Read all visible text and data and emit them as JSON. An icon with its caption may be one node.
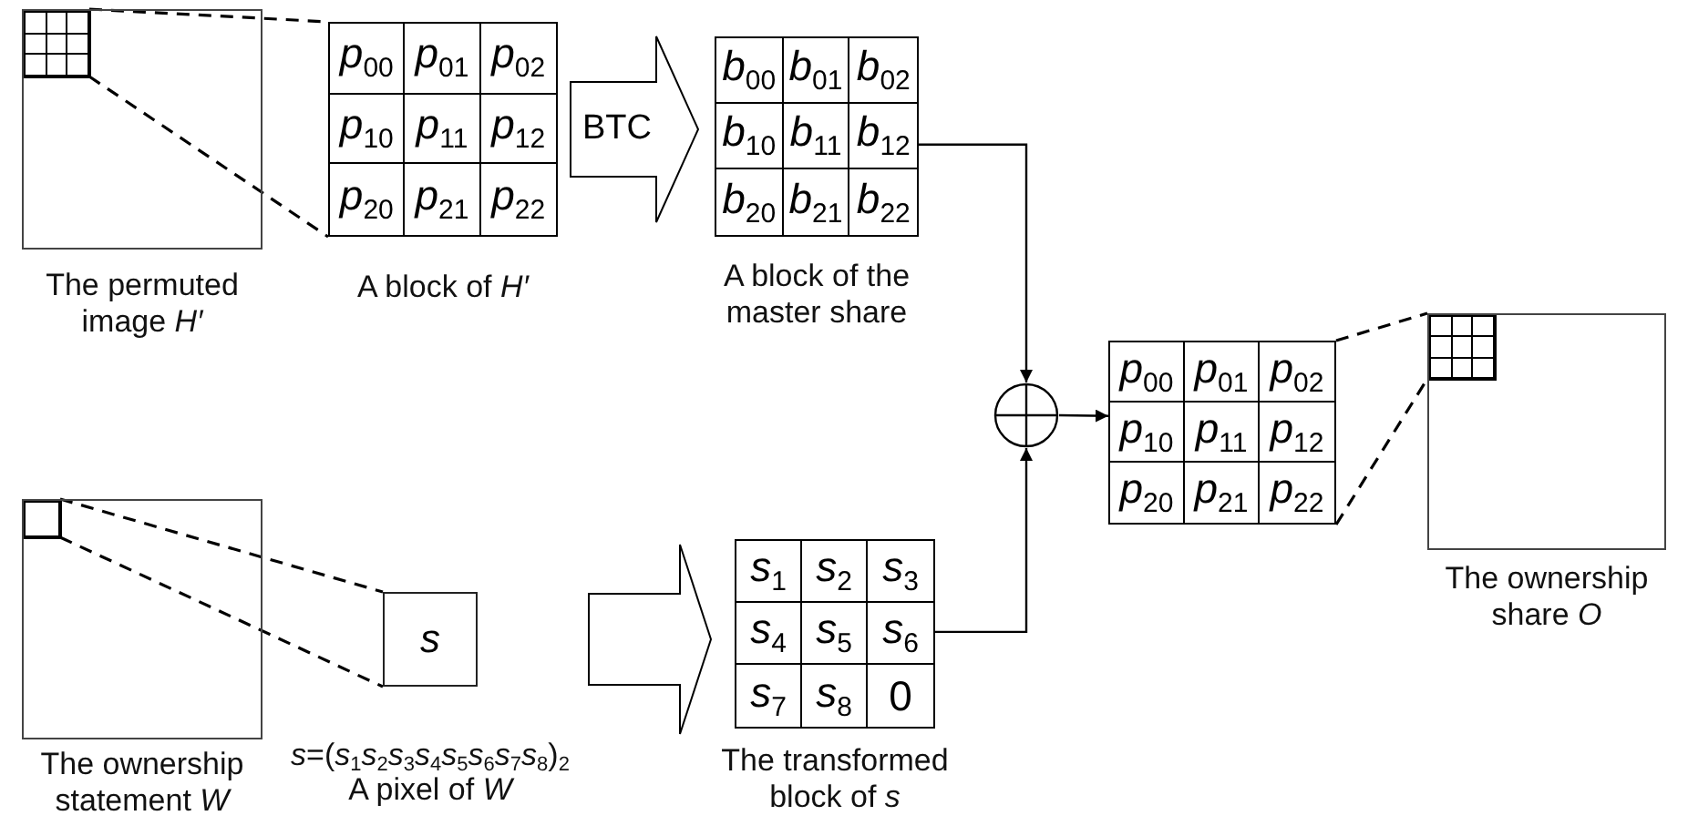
{
  "diagram": {
    "nodes": [
      {
        "text": [
          "The permuted image *H′*"
        ]
      },
      {
        "text": [],
        "shape": "box",
        "in": 0
      },
      {
        "text": [
          "*p*$_{00}$",
          "*p*$_{01}$",
          "*p*$_{02}$",
          "*p*$_{10}$",
          "*p*$_{11}$",
          "*p*$_{12}$",
          "*p*$_{20}$",
          "*p*$_{21}$",
          "*p*$_{22}$",
          "A block of *H′*"
        ]
      },
      {
        "text": [
          "*b*$_{00}$",
          "*b*$_{01}$",
          "*b*$_{02}$",
          "*b*$_{10}$",
          "*b*$_{11}$",
          "*b*$_{12}$",
          "*b*$_{20}$",
          "*b*$_{21}$",
          "*b*$_{22}$",
          "A block of the master share"
        ]
      },
      {
        "text": [],
        "shape": "circle"
      },
      {
        "text": [
          "*p*$_{00}$",
          "*p*$_{01}$",
          "*p*$_{02}$",
          "*p*$_{10}$",
          "*p*$_{11}$",
          "*p*$_{12}$",
          "*p*$_{20}$",
          "*p*$_{21}$",
          "*p*$_{22}$"
        ]
      },
      {
        "text": [
          "The ownership share *O*"
        ]
      },
      {
        "text": [],
        "shape": "box",
        "in": 6
      },
      {
        "text": [
          "The ownership statement *W*"
        ]
      },
      {
        "text": [],
        "shape": "box",
        "in": 8
      },
      {
        "text": [
          "*s*",
          "*s*=(*s*$_{1}$*s*$_{2}$*s*$_{3}$*s*$_{4}$*s*$_{5}$*s*$_{6}$*s*$_{7}$*s*$_{8}$)$_{2}$",
          "A pixel of *W*"
        ]
      },
      {
        "text": [
          "*s*$_{1}$",
          "*s*$_{2}$",
          "*s*$_{3}$",
          "*s*$_{4}$",
          "*s*$_{5}$",
          "*s*$_{6}$",
          "*s*$_{7}$",
          "*s*$_{8}$",
          "0",
          "The transformed block of *s*"
        ]
      }
    ],
    "edges": [
      {
        "from": 1,
        "to": 2,
        "arrow": "none",
        "style": "dashed"
      },
      {
        "from": 1,
        "to": 2,
        "arrow": "none",
        "style": "dashed"
      },
      {
        "from": 2,
        "to": 3,
        "arrow": "to",
        "label": "BTC",
        "style": "thick"
      },
      {
        "from": 3,
        "to": 4,
        "arrow": "to"
      },
      {
        "from": 11,
        "to": 4,
        "arrow": "to"
      },
      {
        "from": 4,
        "to": 5,
        "arrow": "to"
      },
      {
        "from": 5,
        "to": 7,
        "arrow": "none",
        "style": "dashed"
      },
      {
        "from": 5,
        "to": 7,
        "arrow": "none",
        "style": "dashed"
      },
      {
        "from": 9,
        "to": 10,
        "arrow": "none",
        "style": "dashed"
      },
      {
        "from": 9,
        "to": 10,
        "arrow": "none",
        "style": "dashed"
      },
      {
        "from": 10,
        "to": 11,
        "arrow": "to",
        "style": "thick"
      }
    ]
  }
}
